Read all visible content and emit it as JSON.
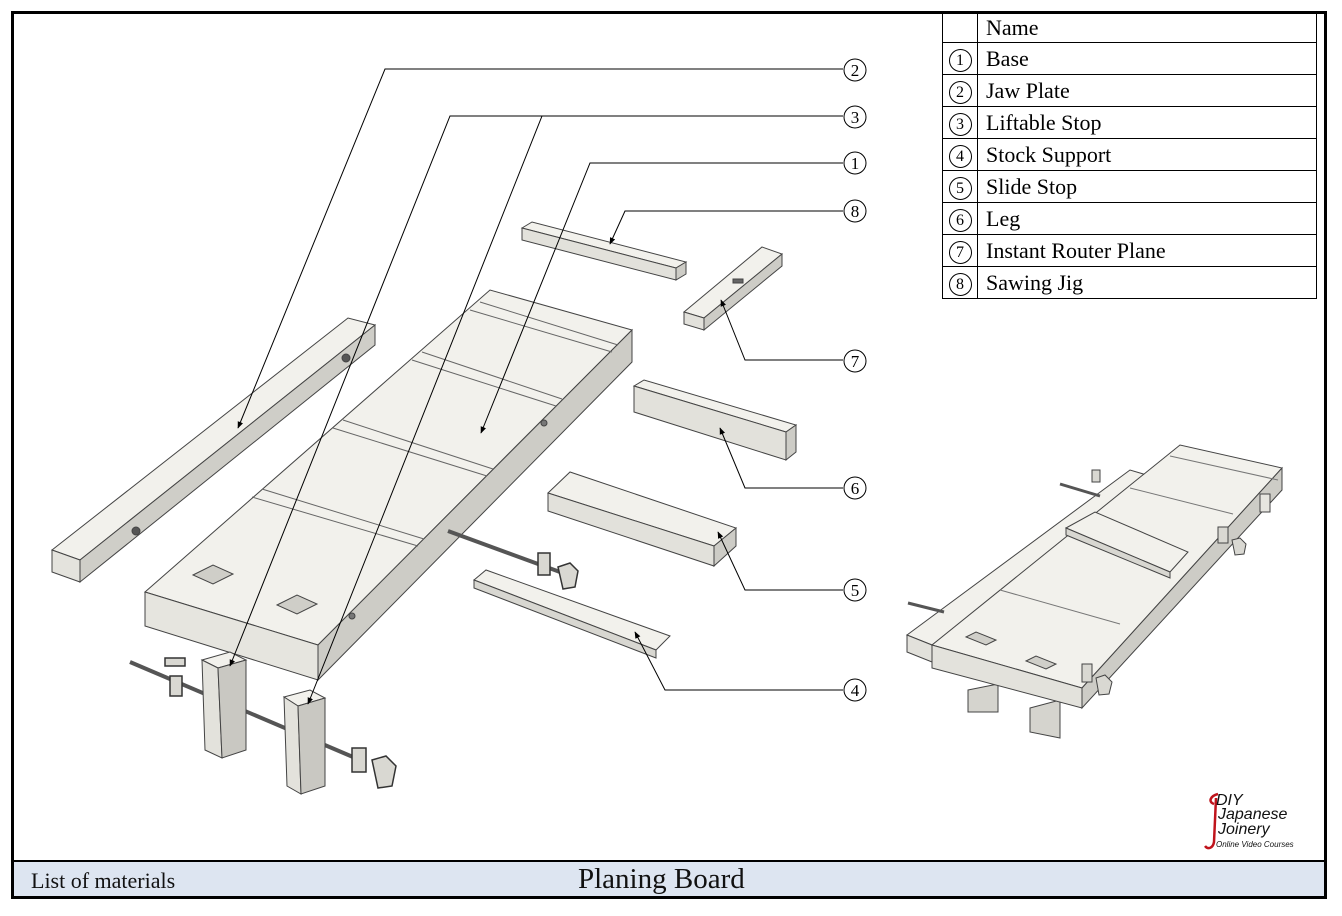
{
  "table": {
    "header": "Name",
    "rows": [
      {
        "num": "1",
        "name": "Base"
      },
      {
        "num": "2",
        "name": "Jaw Plate"
      },
      {
        "num": "3",
        "name": "Liftable Stop"
      },
      {
        "num": "4",
        "name": "Stock Support"
      },
      {
        "num": "5",
        "name": "Slide Stop"
      },
      {
        "num": "6",
        "name": "Leg"
      },
      {
        "num": "7",
        "name": "Instant Router Plane"
      },
      {
        "num": "8",
        "name": "Sawing Jig"
      }
    ]
  },
  "callouts": [
    "2",
    "3",
    "1",
    "8",
    "7",
    "6",
    "5",
    "4"
  ],
  "footer": {
    "left": "List of materials",
    "title": "Planing Board"
  },
  "logo": {
    "line1": "DIY",
    "line2": "Japanese",
    "line3": "Joinery",
    "line4": "Online Video Courses"
  },
  "colors": {
    "wood_top": "#f2f1ec",
    "wood_side": "#d7d6d0",
    "wood_dark": "#b9b8b2",
    "footer_bg": "#dde5f1",
    "logo_red": "#c0141c"
  }
}
